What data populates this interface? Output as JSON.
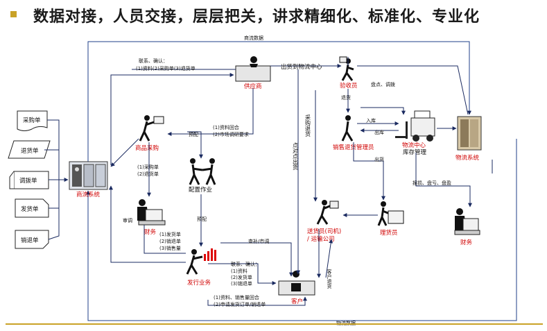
{
  "title": "数据对接，人员交接，层层把关，讲求精细化、标准化、专业化",
  "flow_labels": {
    "top": "商流数据",
    "bottom": "物流数据"
  },
  "documents": [
    "采购单",
    "退货单",
    "调拨单",
    "发货单",
    "销退单"
  ],
  "nodes": {
    "commerce_system": "商流系统",
    "supplier": "供应商",
    "purchasing": "商品采购",
    "allocation": "配置作业",
    "finance_left": "财务",
    "distribution": "发行业务",
    "customer": "客户",
    "receiver": "验收员",
    "warehouse_staff": "销售退货管理员",
    "logistics_center": "物流中心",
    "inventory": "库存管理",
    "logistics_system": "物流系统",
    "picker": "理货员",
    "driver_line1": "送货员(司机)",
    "driver_line2": "/ 运输公司",
    "finance_right": "财务"
  },
  "annotations": {
    "contact_confirm_1": "联系、确认：",
    "contact_confirm_1_items": "(1)资料(2)采购单(3)退货单",
    "to_logistics": "出货到物流中心",
    "data_return_1": "(1)资料回合",
    "market_req": "(2)市场调研要求",
    "preconfig": "预配",
    "purchase_order": "(1)采购单",
    "return_order": "(2)退货单",
    "audit": "审调",
    "ship_order": "(1)发货单",
    "sales_return": "(2)销退单",
    "sales_stock": "(3)销售量",
    "pre_alloc": "预配",
    "replenish": "查补/市调",
    "contact_confirm_2": "联系、确认：",
    "c2_item1": "(1)资料",
    "c2_item2": "(2)发货单",
    "c2_item3": "(3)销退单",
    "data_return_2": "(1)资料、销售量回合",
    "apply_ship": "(2)申请发货订单/销退单",
    "purchase_return": "采购退货",
    "point_ship": "点对点出货",
    "return_goods": "退货",
    "counting": "盘点、调拨",
    "inbound": "入库",
    "outbound": "出库",
    "ship_out": "出货",
    "loss_report": "报损、盘亏、盘盈",
    "customer_return": "客户退货"
  }
}
